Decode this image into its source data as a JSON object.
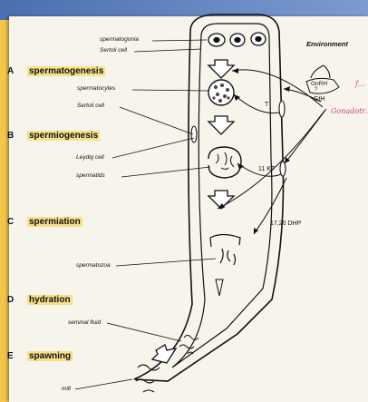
{
  "stages": [
    {
      "letter": "A",
      "name": "spermatogenesis"
    },
    {
      "letter": "B",
      "name": "spermiogenesis"
    },
    {
      "letter": "C",
      "name": "spermiation"
    },
    {
      "letter": "D",
      "name": "hydration"
    },
    {
      "letter": "E",
      "name": "spawning"
    }
  ],
  "labels": {
    "spermatogonia": "spermatogonia",
    "sertoli1": "Sertoli cell",
    "spermatocytes": "spermatocytes",
    "sertoli2": "Sertoli cell",
    "leydig": "Leydig cell",
    "spermatids": "spermatids",
    "spermatozoa": "spermatozoa",
    "seminal": "seminal fluid",
    "milt": "milt"
  },
  "hormones": {
    "environment": "Environment",
    "gnrh": "GnRH",
    "gnrh_mark": "?",
    "gth": "GtH",
    "gth_note": "Gonadotr...",
    "gnrh_note": "f...",
    "t": "T",
    "kt": "11 KT",
    "dhp": "17,20 DHP"
  },
  "colors": {
    "background": "#f2c64a",
    "paper": "#f7f4ec",
    "highlight": "#f7e08a",
    "handwriting": "#d0427a",
    "titlebar": "#5a7fc0"
  }
}
